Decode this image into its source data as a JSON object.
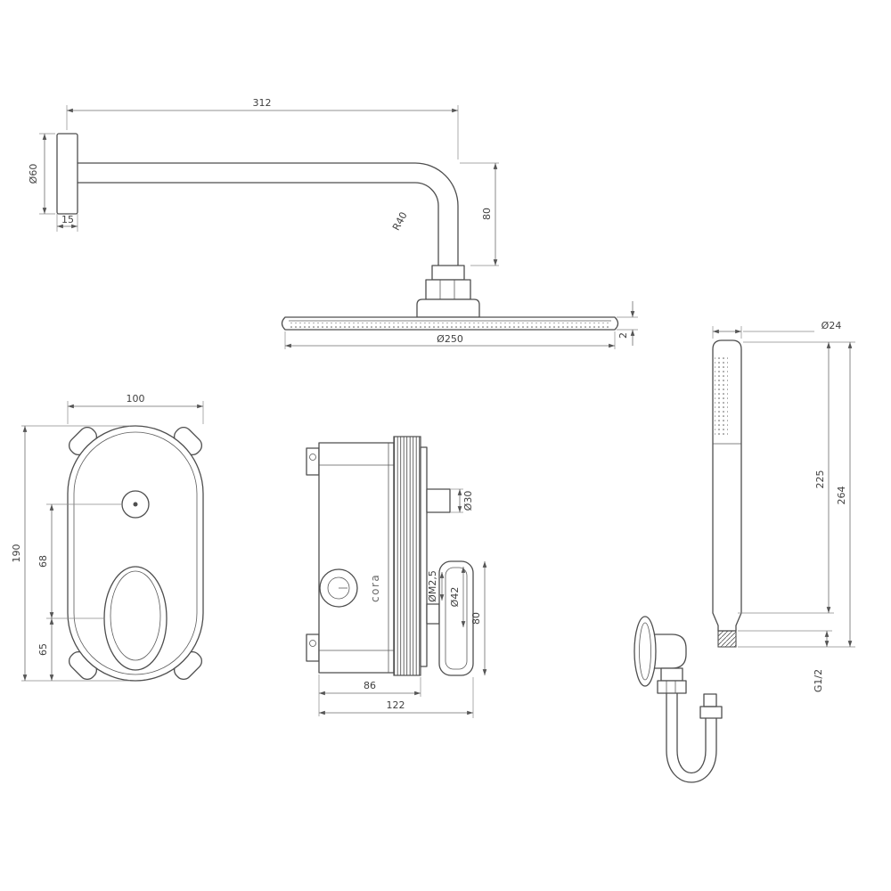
{
  "meta": {
    "description": "Technical dimension drawing of a concealed shower set (arm with overhead, mixer valve, hand shower)",
    "line_color": "#4e4e4e",
    "dim_color": "#6b6b6b",
    "background": "#ffffff"
  },
  "shower_arm_view": {
    "arm_length": "312",
    "flange_diameter": "Ø60",
    "flange_depth": "15",
    "bend_radius": "R40",
    "drop_height": "80",
    "head_diameter": "Ø250",
    "head_thickness": "2"
  },
  "plate_view": {
    "width": "100",
    "height": "190",
    "button_to_handle": "68",
    "handle_to_bottom": "65"
  },
  "valve_view": {
    "brand": "cora",
    "inlet_diameter": "Ø30",
    "screw_thread": "ØM2,5",
    "trim_diameter": "Ø42",
    "handle_length": "80",
    "body_depth": "86",
    "total_depth": "122"
  },
  "hand_shower_view": {
    "head_diameter": "Ø24",
    "body_length": "225",
    "total_length": "264",
    "thread": "G1/2"
  }
}
